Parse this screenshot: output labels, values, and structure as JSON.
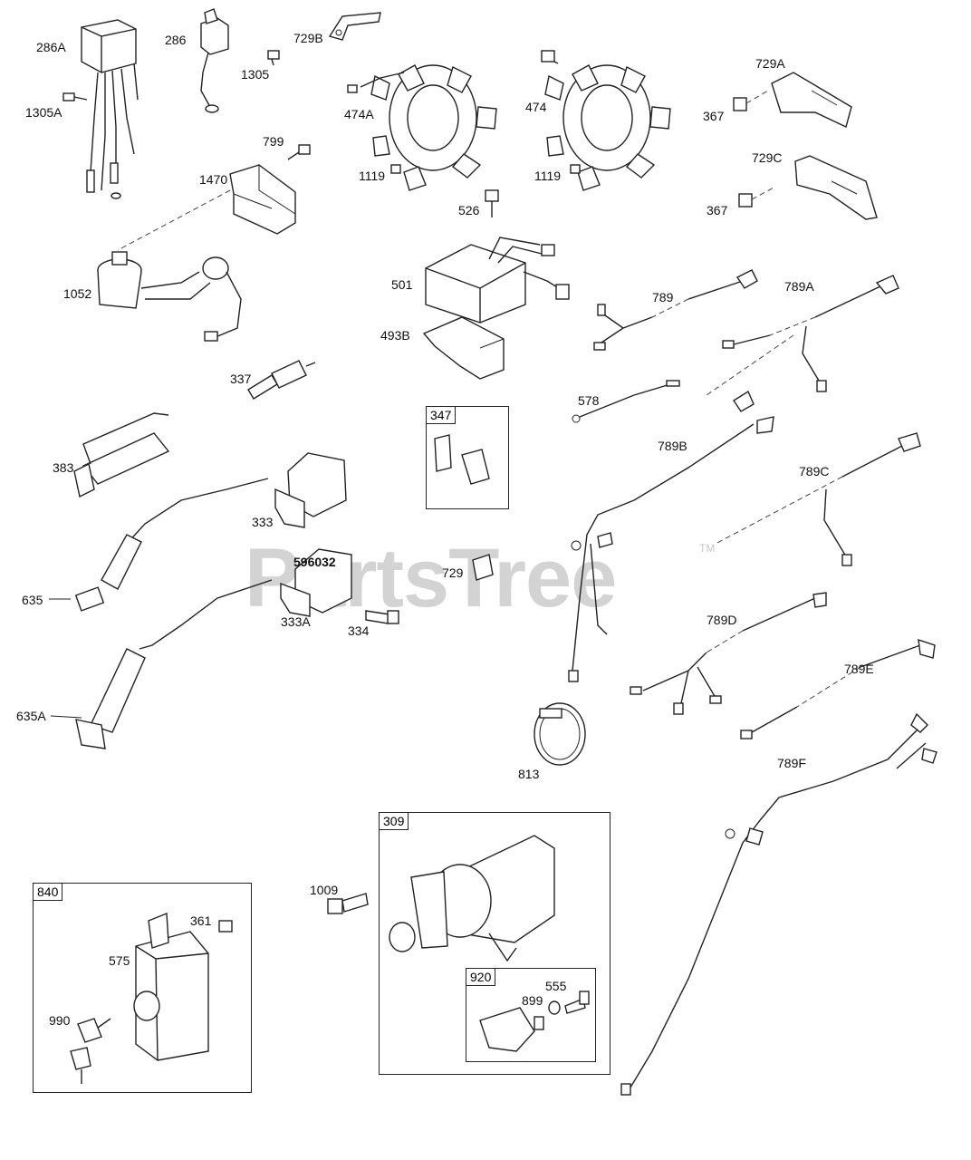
{
  "watermark": {
    "text": "PartsTree",
    "trademark": "TM"
  },
  "boxes": {
    "b347": {
      "tag": "347"
    },
    "b840": {
      "tag": "840"
    },
    "b309": {
      "tag": "309"
    },
    "b920": {
      "tag": "920"
    }
  },
  "labels": {
    "l286A": "286A",
    "l1305A": "1305A",
    "l286": "286",
    "l1305": "1305",
    "l729B": "729B",
    "l474A": "474A",
    "l474": "474",
    "l729A": "729A",
    "l367a": "367",
    "l1119a": "1119",
    "l1119b": "1119",
    "l799": "799",
    "l1470": "1470",
    "l729C": "729C",
    "l367b": "367",
    "l526": "526",
    "l1052": "1052",
    "l501": "501",
    "l493B": "493B",
    "l789": "789",
    "l789A": "789A",
    "l337": "337",
    "l578": "578",
    "l383": "383",
    "l789B": "789B",
    "l789C": "789C",
    "l333": "333",
    "l596032": "596032",
    "l729": "729",
    "l635": "635",
    "l333A": "333A",
    "l334": "334",
    "l789D": "789D",
    "l789E": "789E",
    "l635A": "635A",
    "l813": "813",
    "l789F": "789F",
    "l1009": "1009",
    "l361": "361",
    "l575": "575",
    "l990": "990",
    "l555": "555",
    "l899": "899"
  }
}
